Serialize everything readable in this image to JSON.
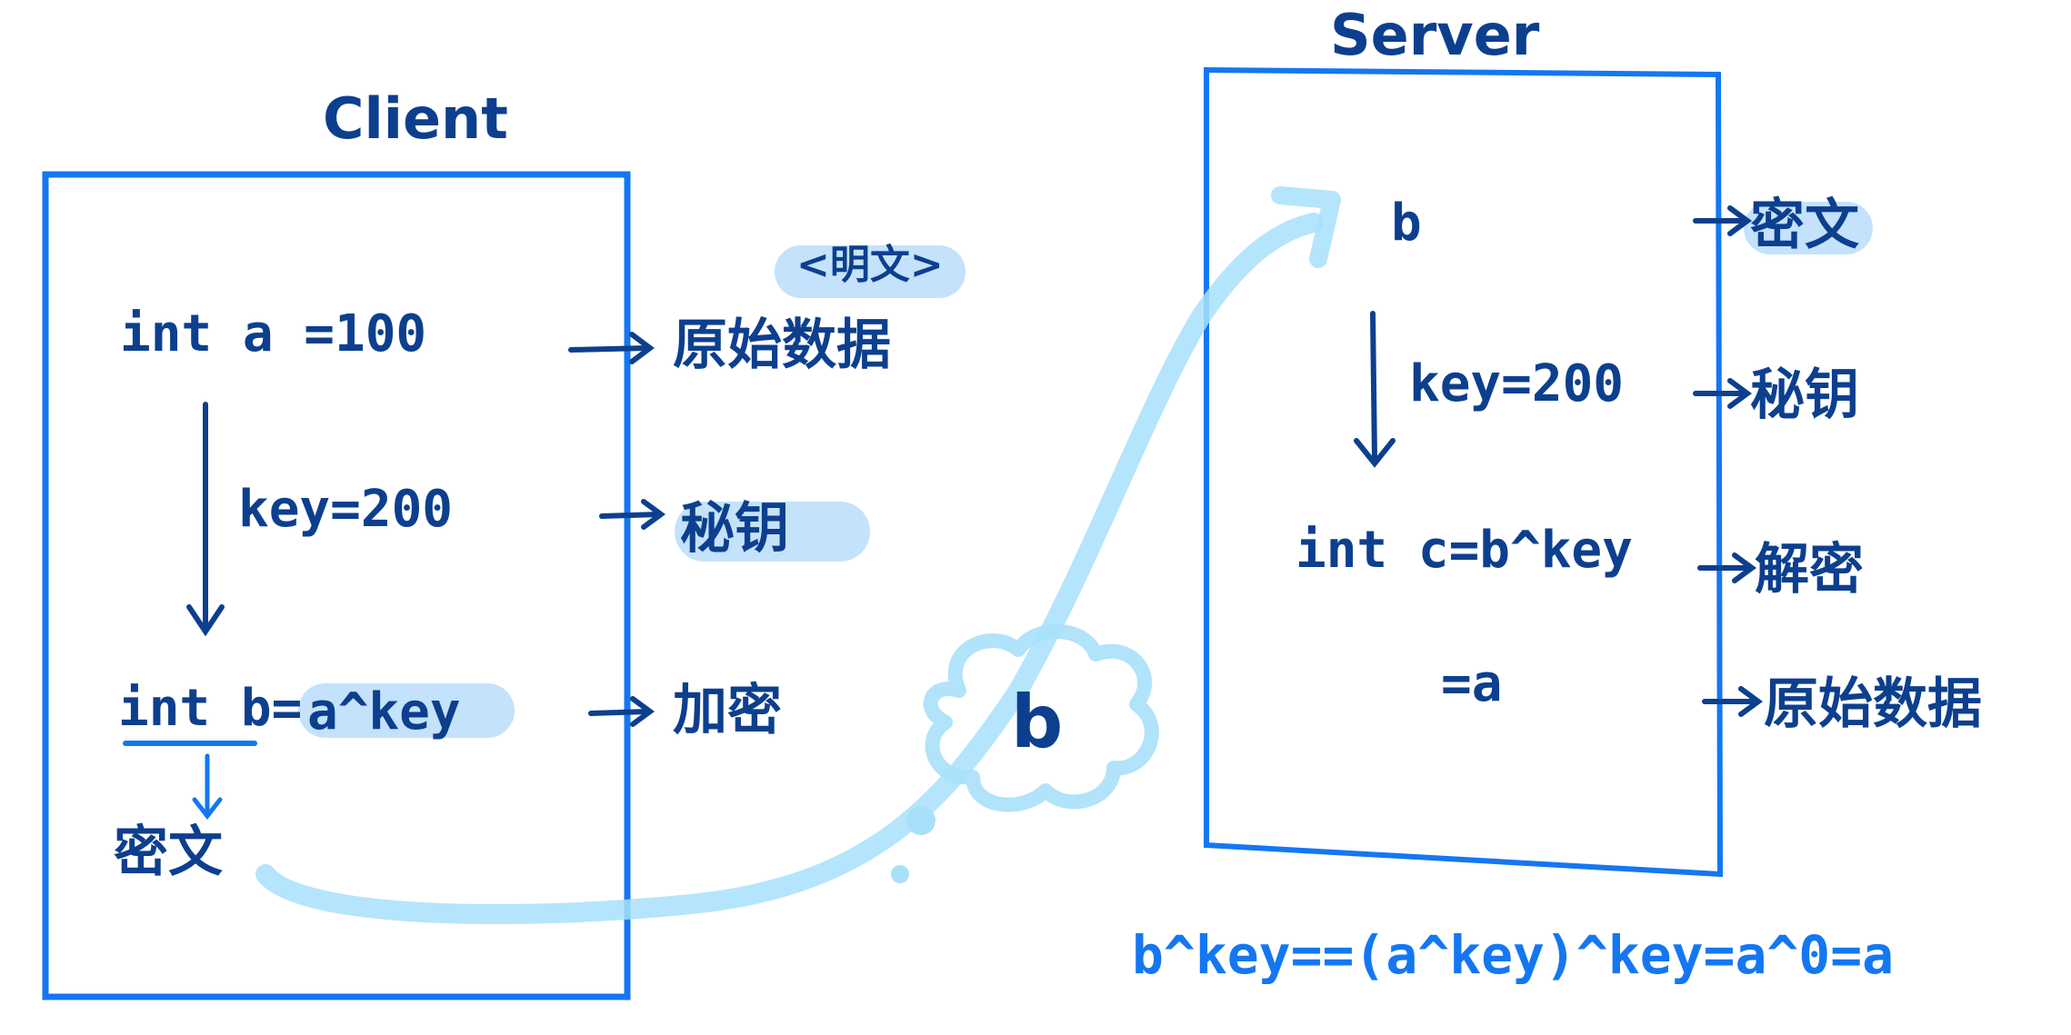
{
  "colors": {
    "box": "#1477f2",
    "ink": "#0d3f8f",
    "highlight": "#c4e2fb",
    "flow": "#a8e0fb",
    "formula": "#1477f2"
  },
  "client": {
    "title": "Client",
    "line1": "int a =100",
    "line2": "key=200",
    "line3_left": "int b=",
    "line3_right": "a^key",
    "line4": "密文"
  },
  "client_notes": {
    "plain_tag": "<明文>",
    "note1": "原始数据",
    "note2": "秘钥",
    "note3": "加密"
  },
  "server": {
    "title": "Server",
    "line1": "b",
    "line2": "key=200",
    "line3": "int c=b^key",
    "line4": "=a"
  },
  "server_notes": {
    "note1": "密文",
    "note2": "秘钥",
    "note3": "解密",
    "note4": "原始数据"
  },
  "transfer_label": "b",
  "formula": "b^key==(a^key)^key=a^0=a"
}
